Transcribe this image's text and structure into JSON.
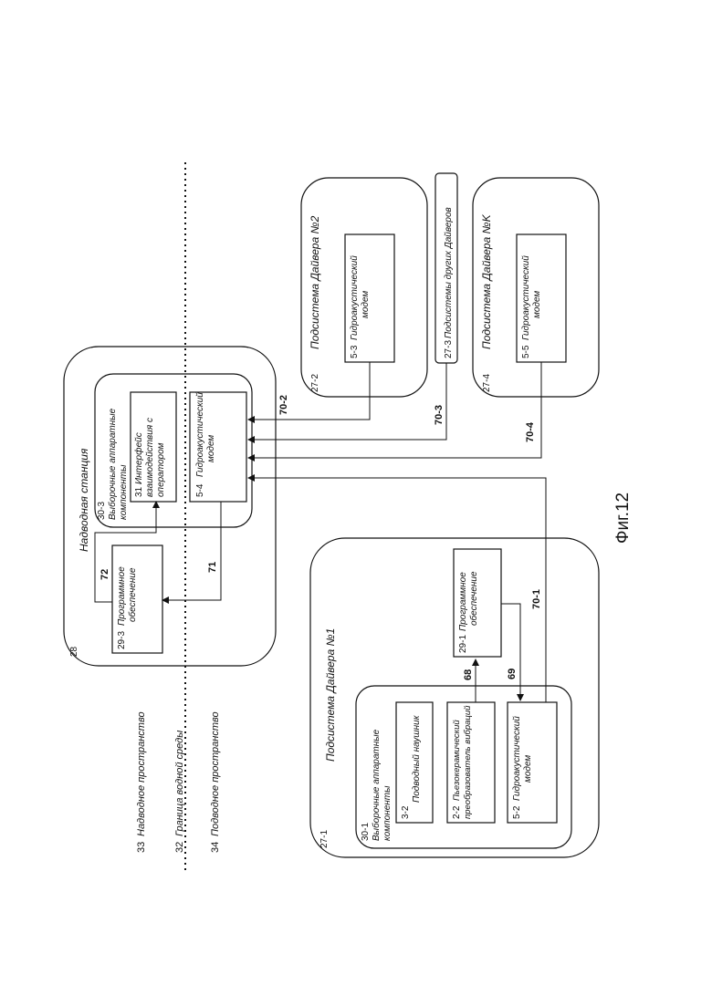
{
  "legend": {
    "surface_space": {
      "num": "33",
      "text": "Надводное пространство"
    },
    "water_boundary": {
      "num": "32",
      "text": "Граница водной среды"
    },
    "underwater_space": {
      "num": "34",
      "text": "Подводное пространство"
    }
  },
  "surface_station": {
    "num": "28",
    "title": "Надводная станция",
    "software": {
      "num": "29-3",
      "label": "Программное обеспечение"
    },
    "hw_group": {
      "num": "30-3",
      "label": "Выборочные аппаратные компоненты"
    },
    "operator_iface": {
      "num": "31",
      "label": "Интерфейс взаимодействия с оператором"
    },
    "modem": {
      "num": "5-4",
      "label": "Гидроакустический модем"
    }
  },
  "diver1": {
    "num": "27-1",
    "title": "Подсистема Дайвера №1",
    "hw_group": {
      "num": "30-1",
      "label": "Выборочные аппаратные компоненты"
    },
    "headphone": {
      "num": "3-2",
      "label": "Подводный наушник"
    },
    "piezo": {
      "num": "2-2",
      "label": "Пьезокерамический преобразователь вибраций"
    },
    "modem": {
      "num": "5-2",
      "label": "Гидроакустический модем"
    },
    "software": {
      "num": "29-1",
      "label": "Программное обеспечение"
    }
  },
  "diver2": {
    "num": "27-2",
    "title": "Подсистема Дайвера №2",
    "modem": {
      "num": "5-3",
      "label": "Гидроакустический модем"
    }
  },
  "other_divers": {
    "num": "27-3",
    "title": "Подсистемы других Дайверов"
  },
  "diverK": {
    "num": "27-4",
    "title": "Подсистема Дайвера №K",
    "modem": {
      "num": "5-5",
      "label": "Гидроакустический модем"
    }
  },
  "links": {
    "l68": "68",
    "l69": "69",
    "l70_1": "70-1",
    "l70_2": "70-2",
    "l70_3": "70-3",
    "l70_4": "70-4",
    "l71": "71",
    "l72": "72"
  },
  "figure_caption": "Фиг.12"
}
